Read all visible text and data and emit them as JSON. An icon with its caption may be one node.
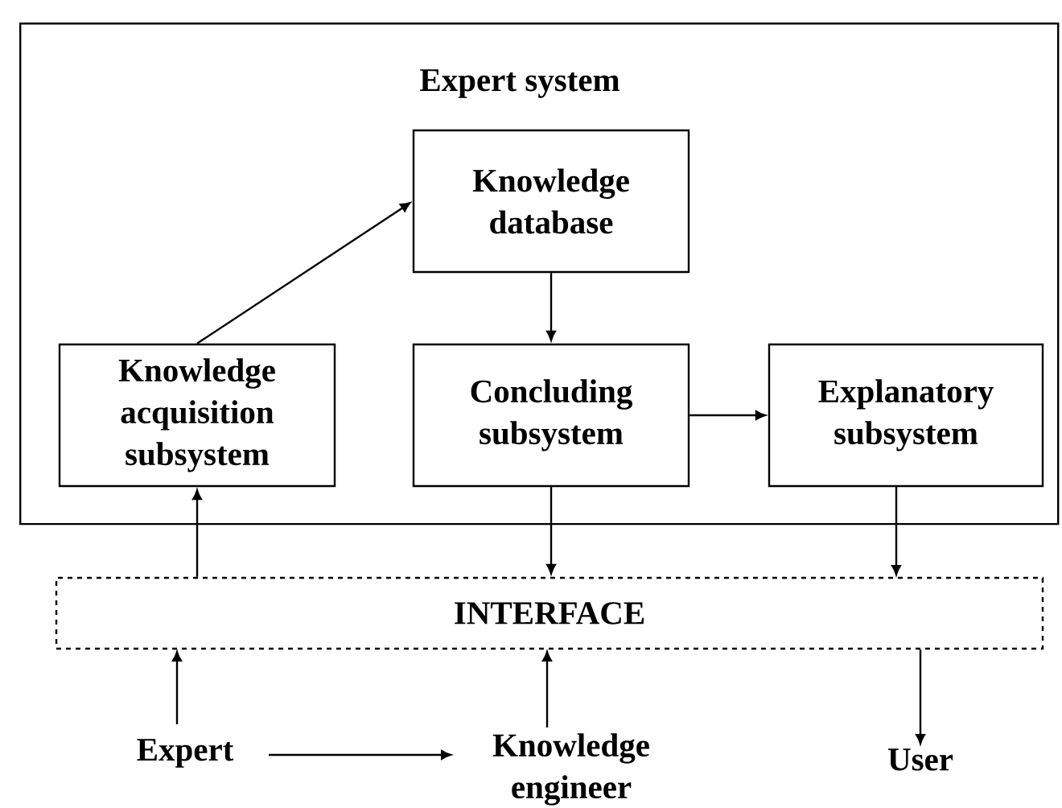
{
  "diagram": {
    "nodes": [
      {
        "text": [
          "Expert system"
        ]
      },
      {
        "text": [
          "Knowledge database"
        ],
        "in": 0
      },
      {
        "text": [
          "Knowledge acquisition subsystem"
        ],
        "in": 0
      },
      {
        "text": [
          "Concluding subsystem"
        ],
        "in": 0
      },
      {
        "text": [
          "Explanatory subsystem"
        ],
        "in": 0
      },
      {
        "text": [
          "INTERFACE"
        ]
      },
      {
        "text": [
          "Expert"
        ]
      },
      {
        "text": [
          "Knowledge engineer"
        ]
      },
      {
        "text": [
          "User"
        ]
      }
    ],
    "edges": [
      {
        "from": 2,
        "to": 1,
        "arrow": "to"
      },
      {
        "from": 1,
        "to": 3,
        "arrow": "to"
      },
      {
        "from": 3,
        "to": 4,
        "arrow": "to"
      },
      {
        "from": 3,
        "to": 5,
        "arrow": "to"
      },
      {
        "from": 4,
        "to": 5,
        "arrow": "to"
      },
      {
        "from": 5,
        "to": 2,
        "arrow": "to"
      },
      {
        "from": 6,
        "to": 5,
        "arrow": "to"
      },
      {
        "from": 7,
        "to": 5,
        "arrow": "to"
      },
      {
        "from": 5,
        "to": 8,
        "arrow": "to"
      },
      {
        "from": 6,
        "to": 7,
        "arrow": "to"
      }
    ]
  }
}
